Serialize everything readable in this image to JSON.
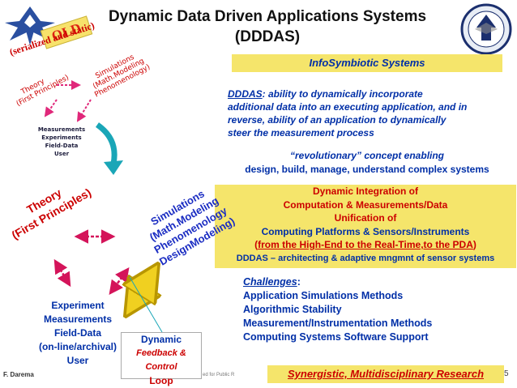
{
  "title": {
    "line1": "Dynamic Data Driven Applications Systems",
    "line2": "(DDDAS)"
  },
  "old_panel": {
    "banner": "OLD",
    "subtitle": "(serialized and static)",
    "theory": [
      "Theory",
      "(First Principles)"
    ],
    "simulations": [
      "Simulations",
      "(Math.Modeling",
      "Phenomenology)"
    ],
    "measurements": [
      "Measurements",
      "Experiments",
      "Field-Data",
      "User"
    ]
  },
  "infosymbiotic": "InfoSymbiotic Systems",
  "definition": {
    "term": "DDDAS",
    "lines": [
      ": ability to dynamically incorporate",
      "additional data into an executing application, and in",
      "reverse, ability of an application to dynamically",
      "steer the measurement process"
    ]
  },
  "revolutionary": {
    "line1": "“revolutionary” concept enabling",
    "line2": "design, build, manage, understand complex systems"
  },
  "integration_box": {
    "line1": "Dynamic Integration of",
    "line2": "Computation  & Measurements/Data",
    "line3": "Unification of",
    "line4": "Computing Platforms & Sensors/Instruments",
    "line5_open": "(",
    "line5": "from the High-End to the Real-Time,to the PDA",
    "line5_close": ")",
    "line6": "DDDAS – architecting & adaptive mngmnt of sensor systems"
  },
  "challenges": {
    "heading": "Challenges",
    "colon": ":",
    "items": [
      "Application Simulations Methods",
      "Algorithmic Stability",
      "Measurement/Instrumentation Methods",
      "Computing Systems Software Support"
    ]
  },
  "new_panel": {
    "theory": [
      "Theory",
      "(First Principles)"
    ],
    "simulations": [
      "Simulations",
      "(Math.Modeling",
      "Phenomenology",
      "DesignModeling)"
    ],
    "experiment": [
      "Experiment",
      "Measurements",
      "Field-Data",
      "(on-line/archival)",
      "User"
    ]
  },
  "feedback_loop": {
    "line1": "Dynamic",
    "line2": "Feedback & Control",
    "line3": "Loop"
  },
  "synergistic": "Synergistic, Multidisciplinary Research",
  "author": "F. Darema",
  "approved_fragment": "ed for Public R",
  "page_number": "5",
  "colors": {
    "red": "#cc0000",
    "blue": "#002fa7",
    "yellow": "#f5e56b",
    "teal": "#1aa6b7"
  }
}
